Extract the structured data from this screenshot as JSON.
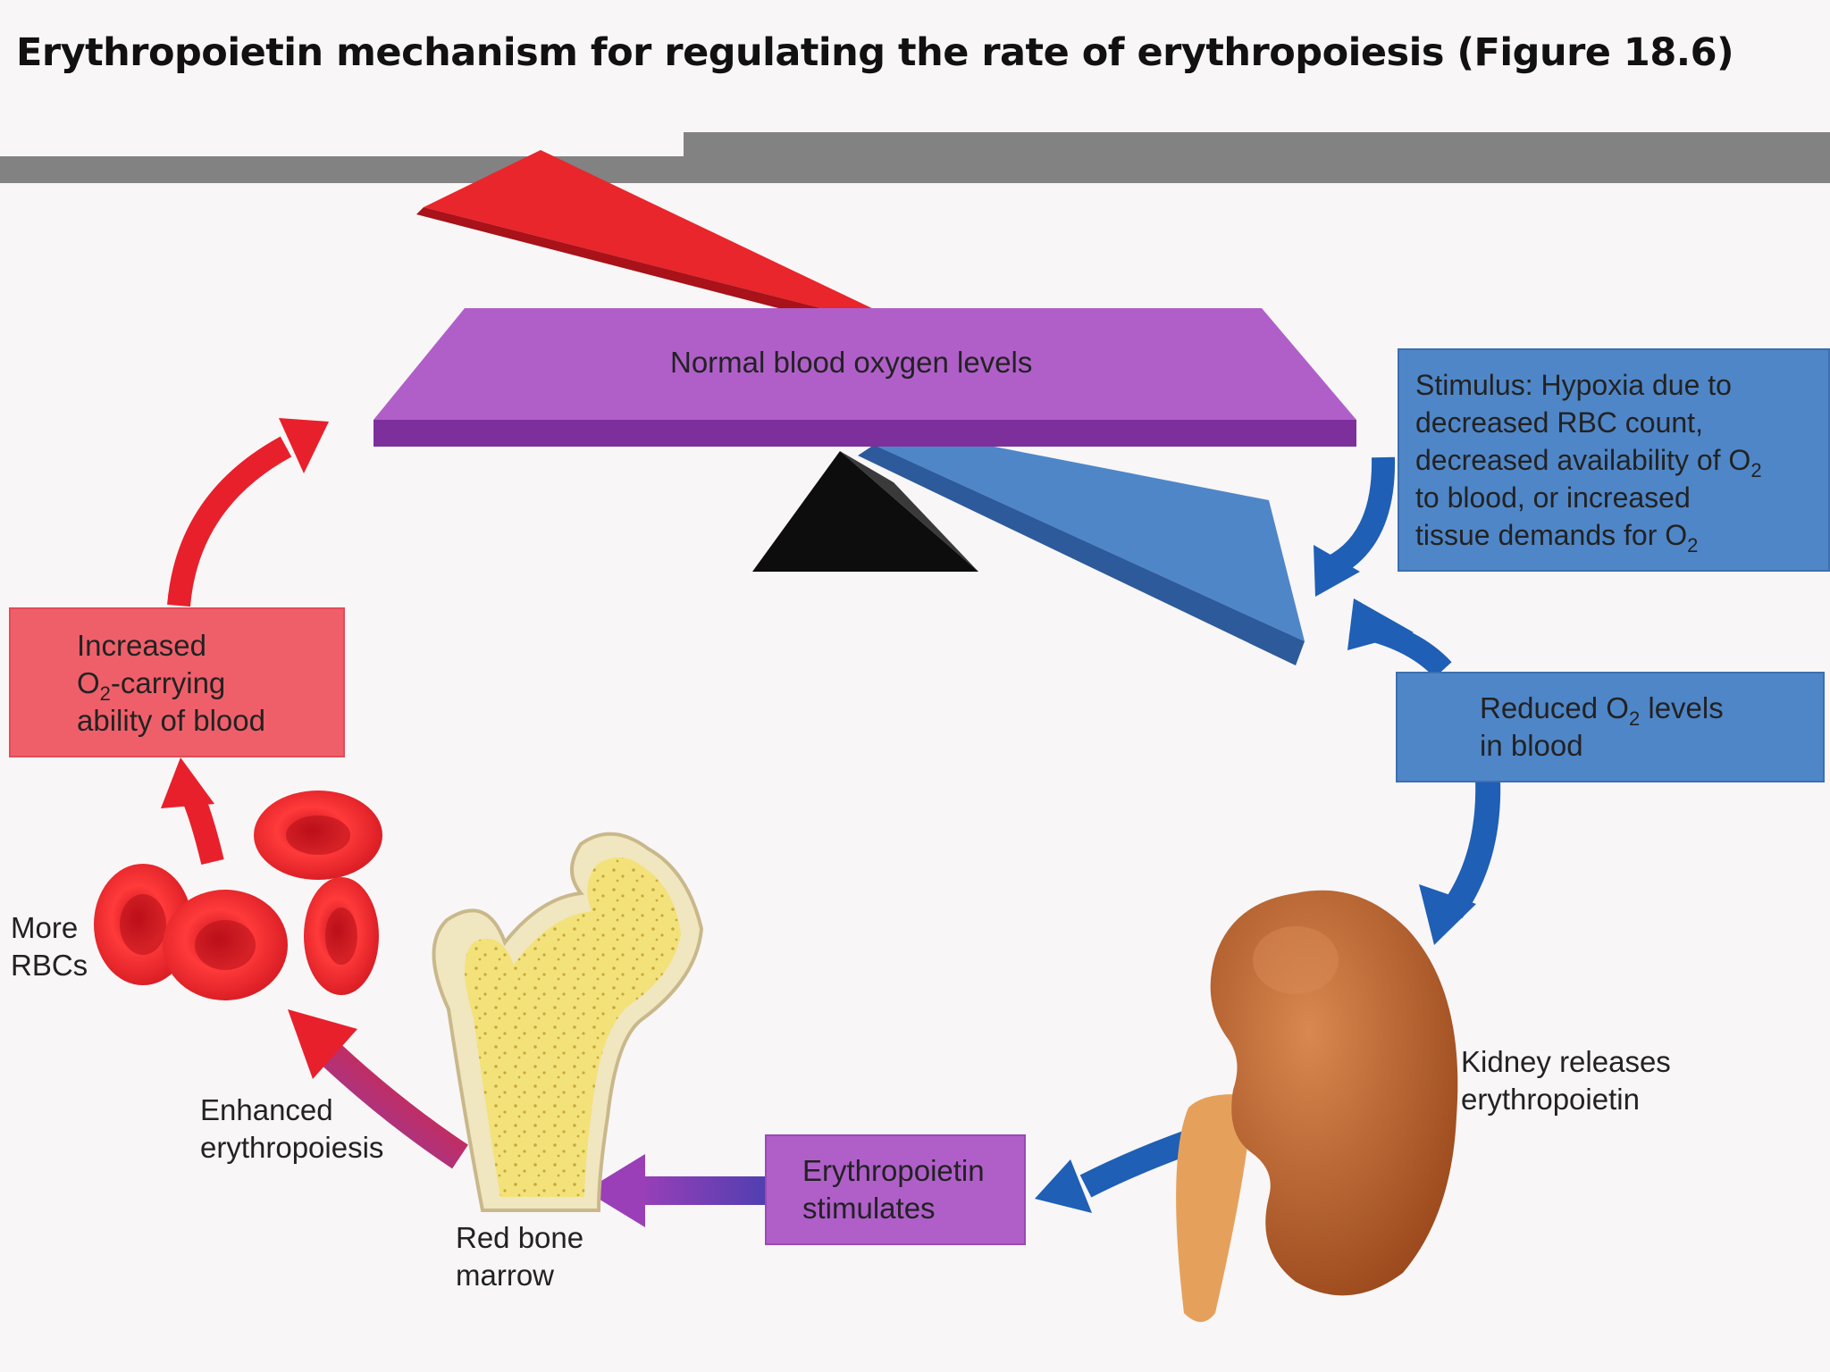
{
  "title": "Erythropoietin mechanism for regulating the rate of erythropoiesis (Figure 18.6)",
  "nodes": {
    "balance": {
      "label": "Normal blood oxygen levels"
    },
    "stimulus": {
      "line1": "Stimulus: Hypoxia due to",
      "line2": "decreased RBC count,",
      "line3_pre": "decreased availability of  O",
      "line3_sub": "2",
      "line4": "to blood, or increased",
      "line5_pre": "tissue demands for O",
      "line5_sub": "2"
    },
    "reduced_o2": {
      "line1_pre": "Reduced O",
      "line1_sub": "2",
      "line1_post": " levels",
      "line2": "in blood"
    },
    "kidney": {
      "line1": "Kidney releases",
      "line2": "erythropoietin"
    },
    "epo_stimulates": {
      "line1": "Erythropoietin",
      "line2": "stimulates"
    },
    "bone_marrow": {
      "line1": "Red bone",
      "line2": "marrow"
    },
    "enhanced": {
      "line1": "Enhanced",
      "line2": "erythropoiesis"
    },
    "more_rbcs": {
      "line1": "More",
      "line2": "RBCs"
    },
    "increased_o2": {
      "line1": "Increased",
      "line2_pre": "O",
      "line2_sub": "2",
      "line2_post": "-carrying",
      "line3": "ability of blood"
    }
  },
  "colors": {
    "stimulus_blue": "#4f86c8",
    "arrow_blue": "#1f5fb5",
    "arrow_red": "#e8202c",
    "increased_box": "#ef5f6a",
    "balance_purple": "#b05fc9",
    "kidney_brown": "#b8602c",
    "marrow_yellow": "#f3e27a"
  }
}
